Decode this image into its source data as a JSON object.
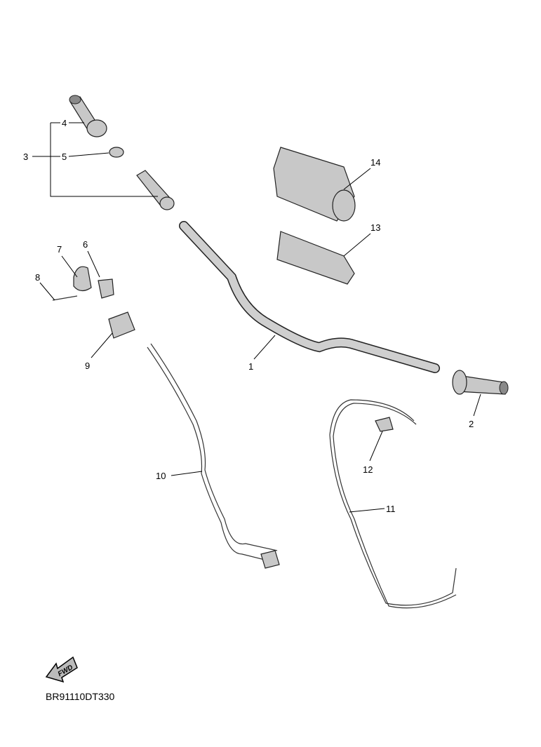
{
  "callouts": {
    "c1": "1",
    "c2": "2",
    "c3": "3",
    "c4": "4",
    "c5": "5",
    "c6": "6",
    "c7": "7",
    "c8": "8",
    "c9": "9",
    "c10": "10",
    "c11": "11",
    "c12": "12",
    "c13": "13",
    "c14": "14"
  },
  "fwd_label": "FWD",
  "diagram_code": "BR91110DT330"
}
